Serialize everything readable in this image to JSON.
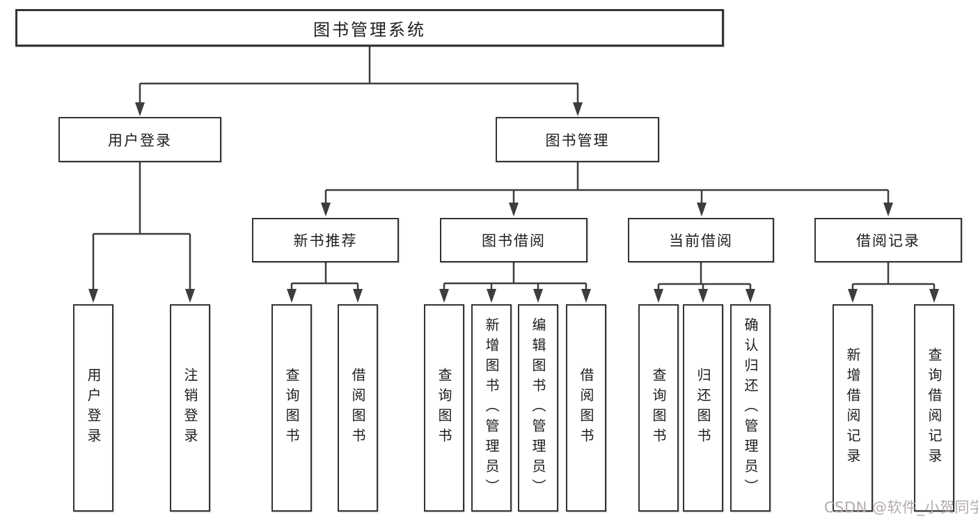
{
  "diagram": {
    "root": {
      "label": "图书管理系统"
    },
    "level2": {
      "user_login": {
        "label": "用户登录"
      },
      "book_manage": {
        "label": "图书管理"
      }
    },
    "level3": {
      "new_book_recommend": {
        "label": "新书推荐"
      },
      "book_borrow": {
        "label": "图书借阅"
      },
      "current_borrow": {
        "label": "当前借阅"
      },
      "borrow_record": {
        "label": "借阅记录"
      }
    },
    "leaves": {
      "user_login": {
        "label": "用户登录"
      },
      "logout": {
        "label": "注销登录"
      },
      "recommend_query_book": {
        "label": "查询图书"
      },
      "recommend_borrow_book": {
        "label": "借阅图书"
      },
      "borrow_query_book": {
        "label": "查询图书"
      },
      "borrow_add_book": {
        "label": "新增图书（管理员）"
      },
      "borrow_edit_book": {
        "label": "编辑图书（管理员）"
      },
      "borrow_borrow_book": {
        "label": "借阅图书"
      },
      "current_query_book": {
        "label": "查询图书"
      },
      "current_return_book": {
        "label": "归还图书"
      },
      "current_confirm_return": {
        "label": "确认归还（管理员）"
      },
      "record_add": {
        "label": "新增借阅记录"
      },
      "record_query": {
        "label": "查询借阅记录"
      }
    }
  },
  "watermark": {
    "text": "CSDN @软件_小贺同学"
  },
  "colors": {
    "line": "#3d3d3d",
    "box_border": "#333333",
    "text": "#1d1d1d",
    "watermark": "#b3abab",
    "background": "#ffffff"
  }
}
